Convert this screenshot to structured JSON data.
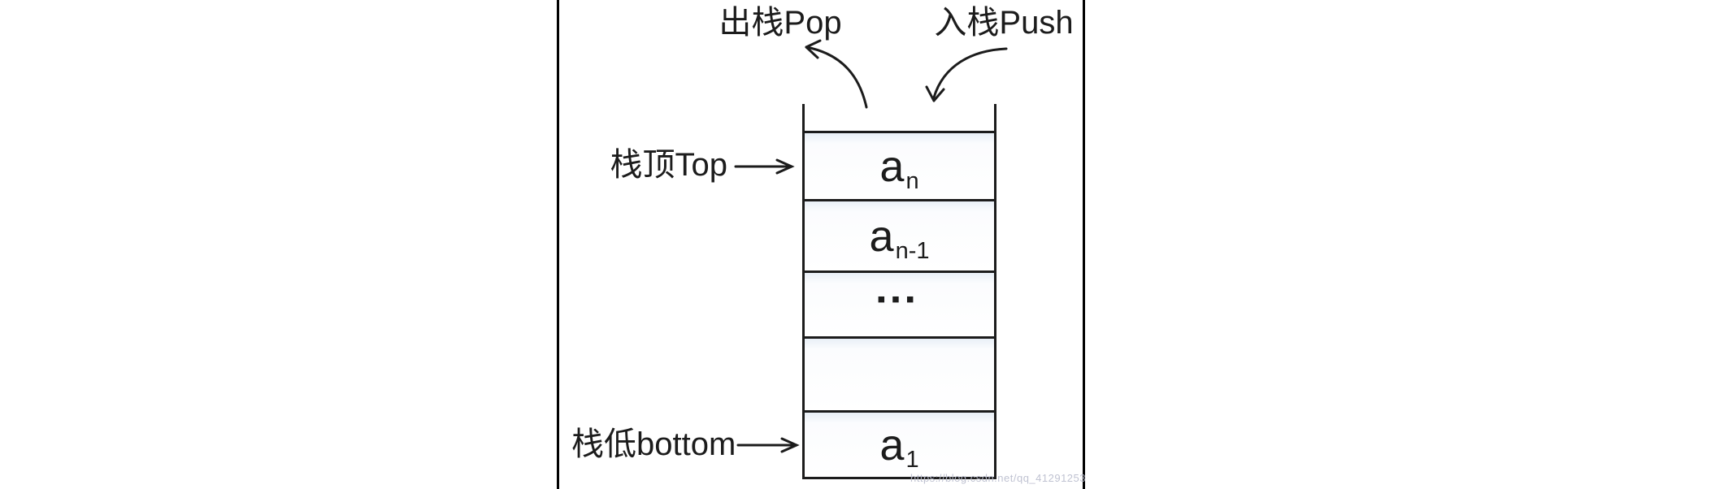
{
  "diagram": {
    "labels": {
      "pop": "出栈Pop",
      "push": "入栈Push",
      "stack_top": "栈顶Top",
      "stack_bottom": "栈低bottom"
    },
    "stack_cells": [
      {
        "base": "a",
        "sub": "n"
      },
      {
        "base": "a",
        "sub": "n-1"
      },
      {
        "base": "▪▪▪",
        "sub": ""
      },
      {
        "base": "",
        "sub": ""
      },
      {
        "base": "a",
        "sub": "1"
      }
    ],
    "watermark": "https://blog.csdn.net/qq_41291253",
    "colors": {
      "line": "#1c1c1c",
      "frame": "#000000",
      "cell_tint": "#e9eff7",
      "watermark": "#b9bccd",
      "background": "#ffffff"
    }
  }
}
